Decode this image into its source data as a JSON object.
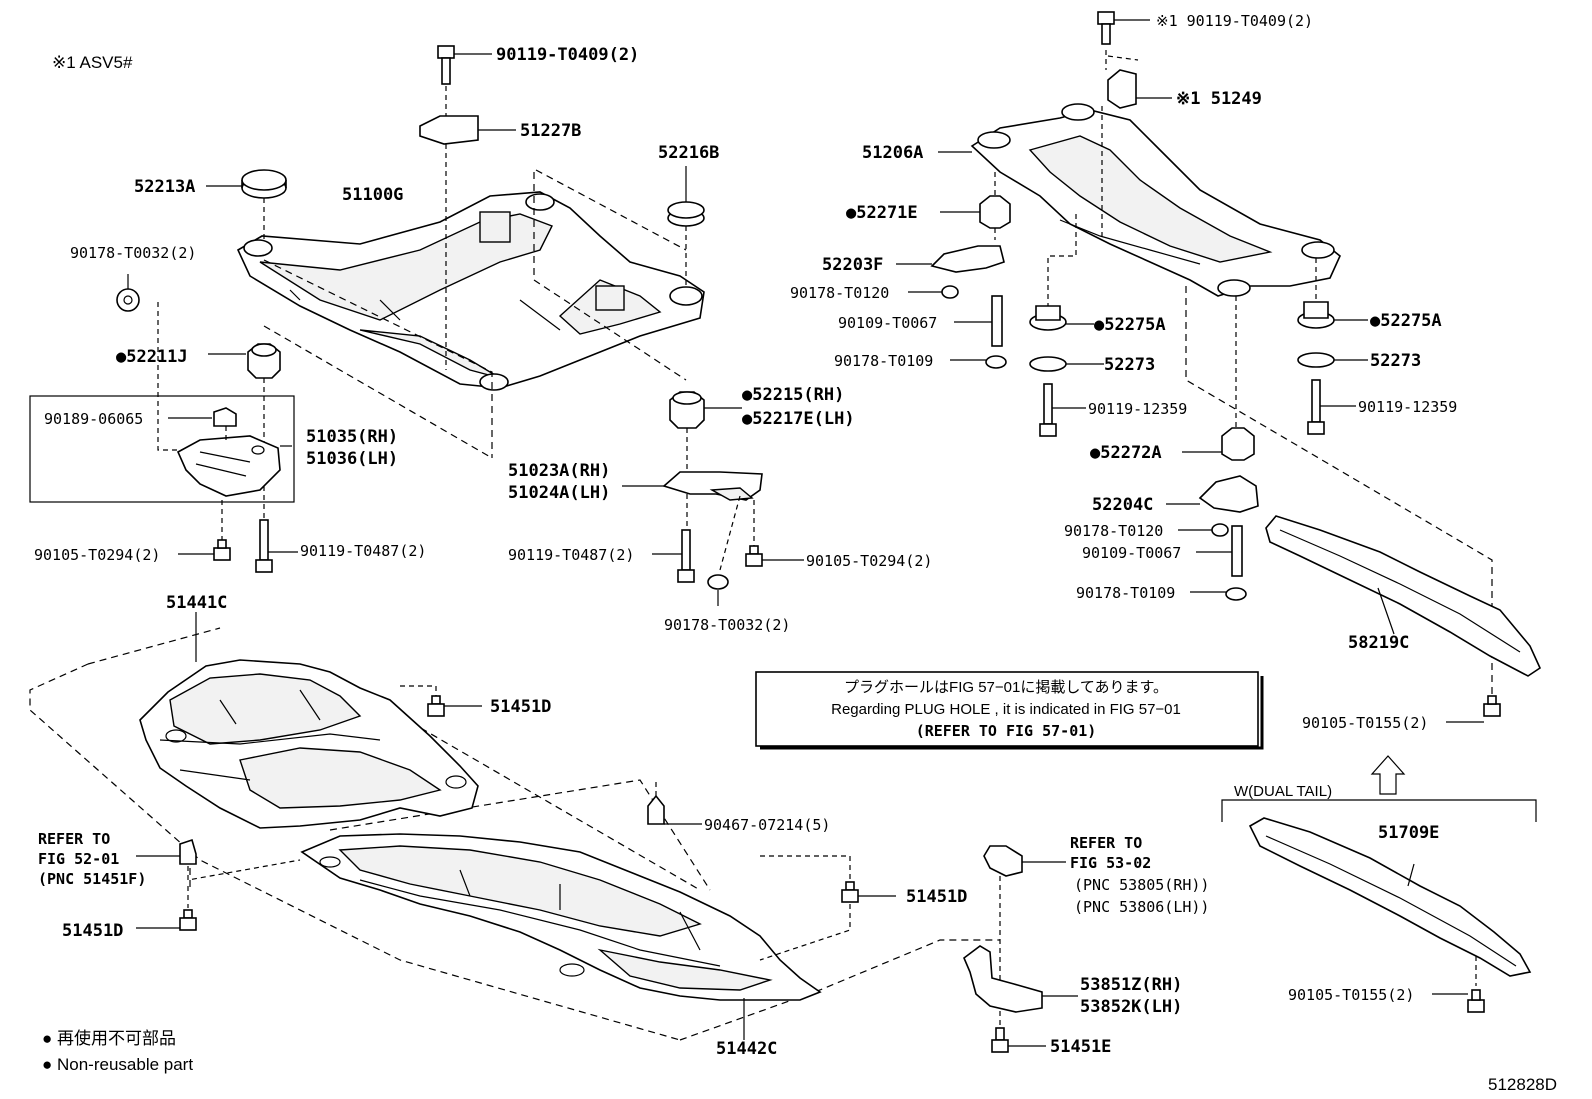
{
  "note_model": "※1 ASV5#",
  "diagram_code": "512828D",
  "legend": {
    "line1": "● 再使用不可部品",
    "line2": "● Non-reusable part"
  },
  "notice_box": {
    "line1": "プラグホールはFIG 57−01に掲載してあります。",
    "line2": "Regarding PLUG HOLE , it is indicated in FIG 57−01",
    "line3": "(REFER TO FIG 57-01)"
  },
  "dual_tail": "W(DUAL TAIL)",
  "labels": {
    "p90119_T0409_a": "90119-T0409(2)",
    "p51227B": "51227B",
    "p52213A": "52213A",
    "p51100G": "51100G",
    "p52216B": "52216B",
    "p90178_T0032_a": "90178-T0032(2)",
    "p52211J": "●52211J",
    "p90189_06065": "90189-06065",
    "p51035": "51035(RH)",
    "p51036": "51036(LH)",
    "p52215": "●52215(RH)",
    "p52217E": "●52217E(LH)",
    "p51023A": "51023A(RH)",
    "p51024A": "51024A(LH)",
    "p90105_T0294_a": "90105-T0294(2)",
    "p90119_T0487_a": "90119-T0487(2)",
    "p90119_T0487_b": "90119-T0487(2)",
    "p90105_T0294_b": "90105-T0294(2)",
    "p90178_T0032_b": "90178-T0032(2)",
    "p90119_T0409_b": "※1 90119-T0409(2)",
    "p51249": "※1 51249",
    "p51206A": "51206A",
    "p52271E": "●52271E",
    "p52203F": "52203F",
    "p90178_T0120_a": "90178-T0120",
    "p90109_T0067_a": "90109-T0067",
    "p90178_T0109_a": "90178-T0109",
    "p52275A_a": "●52275A",
    "p52273_a": "52273",
    "p90119_12359_a": "90119-12359",
    "p52275A_b": "●52275A",
    "p52273_b": "52273",
    "p90119_12359_b": "90119-12359",
    "p52272A": "●52272A",
    "p52204C": "52204C",
    "p90178_T0120_b": "90178-T0120",
    "p90109_T0067_b": "90109-T0067",
    "p90178_T0109_b": "90178-T0109",
    "p58219C": "58219C",
    "p90105_T0155_a": "90105-T0155(2)",
    "p51441C": "51441C",
    "p51451D_a": "51451D",
    "p90467_07214": "90467-07214(5)",
    "refer_52_l1": "REFER TO",
    "refer_52_l2": "FIG 52-01",
    "refer_52_l3": "(PNC 51451F)",
    "p51451D_b": "51451D",
    "p51451D_c": "51451D",
    "p51442C": "51442C",
    "refer_53_l1": "REFER TO",
    "refer_53_l2": "FIG 53-02",
    "refer_53_l3": "(PNC 53805(RH))",
    "refer_53_l4": "(PNC 53806(LH))",
    "p53851Z": "53851Z(RH)",
    "p53852K": "53852K(LH)",
    "p51451E": "51451E",
    "p51709E": "51709E",
    "p90105_T0155_b": "90105-T0155(2)"
  }
}
